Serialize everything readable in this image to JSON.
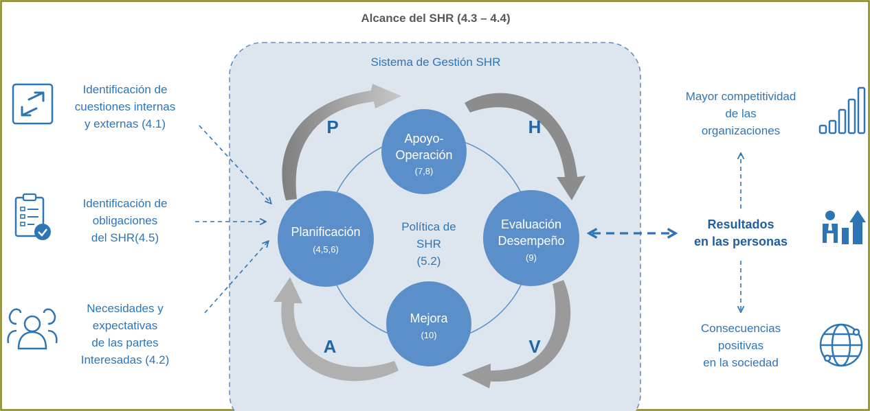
{
  "title": "Alcance del SHR (4.3 – 4.4)",
  "system_label": "Sistema de Gestión SHR",
  "center": {
    "line1": "Política de",
    "line2": "SHR",
    "line3": "(5.2)"
  },
  "phases": {
    "p": "P",
    "h": "H",
    "v": "V",
    "a": "A"
  },
  "nodes": {
    "apoyo": {
      "line1": "Apoyo-",
      "line2": "Operación",
      "num": "(7,8)"
    },
    "planificacion": {
      "line1": "Planificación",
      "num": "(4,5,6)"
    },
    "evaluacion": {
      "line1": "Evaluación",
      "line2": "Desempeño",
      "num": "(9)"
    },
    "mejora": {
      "line1": "Mejora",
      "num": "(10)"
    }
  },
  "inputs": [
    {
      "lines": [
        "Identificación de",
        "cuestiones internas",
        "y externas (4.1)"
      ],
      "icon": "expand-arrows-icon"
    },
    {
      "lines": [
        "Identificación de",
        "obligaciones",
        "del SHR(4.5)"
      ],
      "icon": "clipboard-check-icon"
    },
    {
      "lines": [
        "Necesidades y",
        "expectativas",
        "de las partes",
        "Interesadas (4.2)"
      ],
      "icon": "people-group-icon"
    }
  ],
  "outputs": {
    "top": {
      "lines": [
        "Mayor competitividad",
        "de las",
        "organizaciones"
      ],
      "icon": "bar-chart-growth-icon"
    },
    "middle": {
      "lines": [
        "Resultados",
        "en las personas"
      ],
      "icon": "person-growth-icon"
    },
    "bottom": {
      "lines": [
        "Consecuencias",
        "positivas",
        "en la sociedad"
      ],
      "icon": "globe-network-icon"
    }
  },
  "colors": {
    "frame": "#8a8a1a",
    "node": "#5b8fc9",
    "text_blue": "#2e75b6",
    "dark_blue": "#1f5f9e",
    "phase": "#2266aa",
    "panel": "#dde5ef",
    "panel_border": "#6b8fb8",
    "gray_arrow": "#a6a6a6",
    "dark_gray_arrow": "#7f7f7f"
  }
}
